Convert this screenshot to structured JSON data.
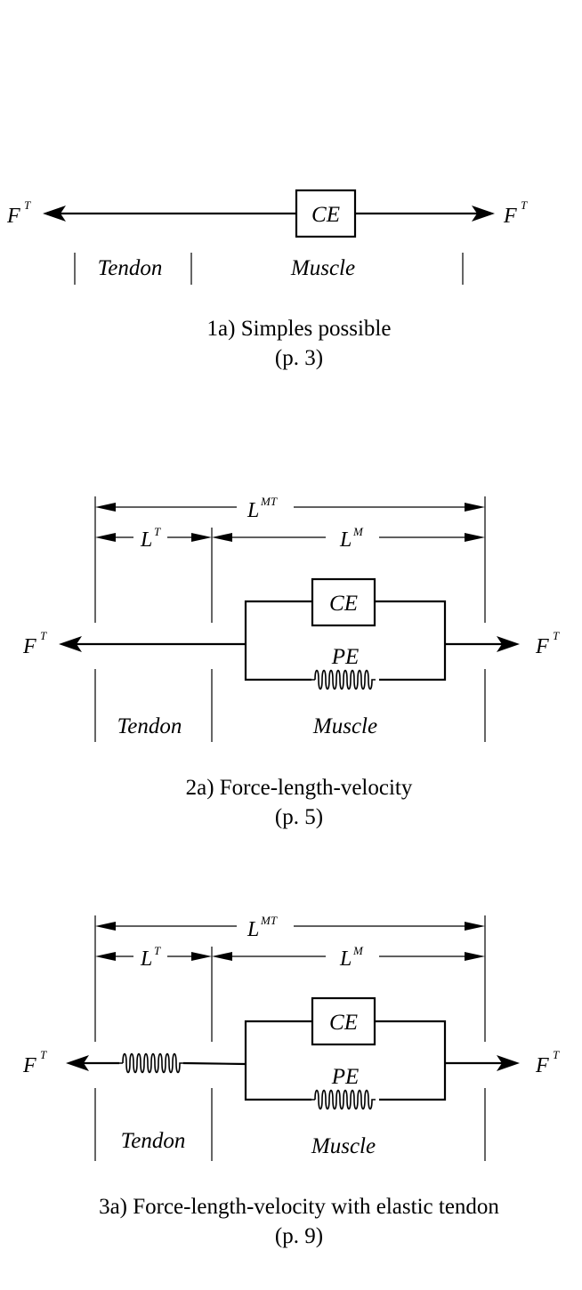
{
  "labels": {
    "ce": "CE",
    "pe": "PE",
    "tendon": "Tendon",
    "muscle": "Muscle",
    "force_symbol": "F",
    "force_sup": "T",
    "length_symbol": "L",
    "mt_sup": "MT",
    "t_sup": "T",
    "m_sup": "M"
  },
  "diagrams": [
    {
      "caption": "1a) Simples possible",
      "page": "(p. 3)"
    },
    {
      "caption": "2a) Force-length-velocity",
      "page": "(p. 5)"
    },
    {
      "caption": "3a) Force-length-velocity with elastic tendon",
      "page": "(p. 9)"
    }
  ]
}
